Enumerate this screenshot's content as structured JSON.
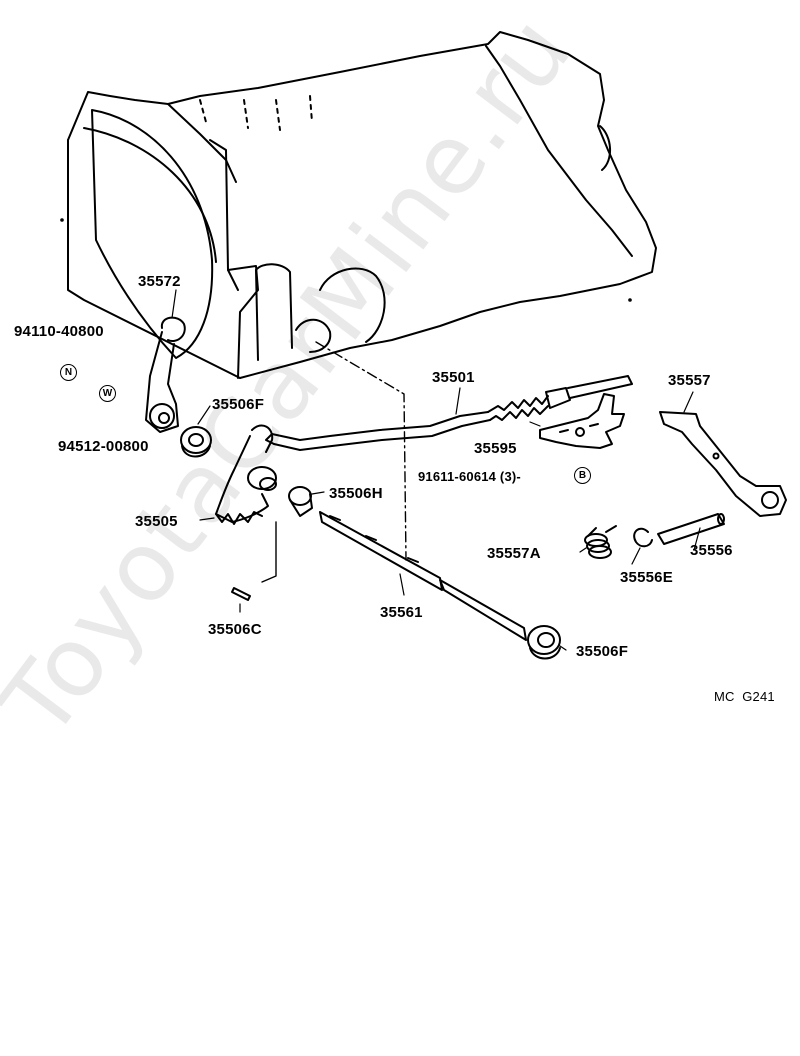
{
  "diagram_code": "MC  G241",
  "watermark": "ToyotaCarMine.ru",
  "parts": {
    "p35572": "35572",
    "p94110": "94110-40800",
    "mark_n": "N",
    "mark_w": "W",
    "p94512": "94512-00800",
    "p35506f_top": "35506F",
    "p35505": "35505",
    "p35506h": "35506H",
    "p35506c": "35506C",
    "p35561": "35561",
    "p35506f_bottom": "35506F",
    "p35501": "35501",
    "p35595": "35595",
    "p91611": "91611-60614 (3)-",
    "mark_b": "B",
    "p35557": "35557",
    "p35557a": "35557A",
    "p35556e": "35556E",
    "p35556": "35556"
  }
}
